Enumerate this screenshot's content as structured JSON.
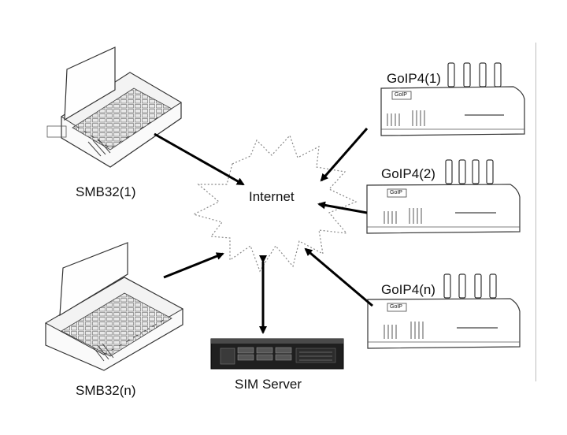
{
  "diagram": {
    "internet_label": "Internet",
    "nodes": {
      "smb32_1": "SMB32(1)",
      "smb32_n": "SMB32(n)",
      "goip4_1": "GoIP4(1)",
      "goip4_2": "GoIP4(2)",
      "goip4_n": "GoIP4(n)",
      "sim_server": "SIM Server"
    },
    "device_badge": "GoIP",
    "connections": [
      {
        "from": "SMB32(1)",
        "to": "Internet"
      },
      {
        "from": "SMB32(n)",
        "to": "Internet"
      },
      {
        "from": "GoIP4(1)",
        "to": "Internet"
      },
      {
        "from": "GoIP4(2)",
        "to": "Internet"
      },
      {
        "from": "GoIP4(n)",
        "to": "Internet"
      },
      {
        "from": "Internet",
        "to": "SIM Server",
        "bidirectional": true
      }
    ]
  }
}
